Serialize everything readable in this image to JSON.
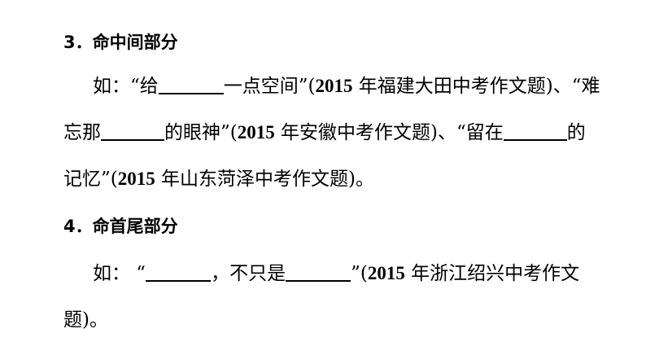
{
  "section3": {
    "heading": "3．命中间部分",
    "line1": {
      "a": "如：“给",
      "b": "一点空间”(",
      "year": "2015",
      "c": " 年福建大田中考作文题)、“难"
    },
    "line2": {
      "a": "忘那",
      "b": "的眼神”(",
      "year": "2015",
      "c": " 年安徽中考作文题)、“留在",
      "d": "的"
    },
    "line3": {
      "a": "记忆”(",
      "year": "2015",
      "c": " 年山东菏泽中考作文题)。"
    }
  },
  "section4": {
    "heading": "4．命首尾部分",
    "line1": {
      "a": "如： “",
      "b": "，不只是",
      "c": "”(",
      "year": "2015",
      "d": "  年浙江绍兴中考作文"
    },
    "line2": {
      "a": "题)。"
    }
  }
}
